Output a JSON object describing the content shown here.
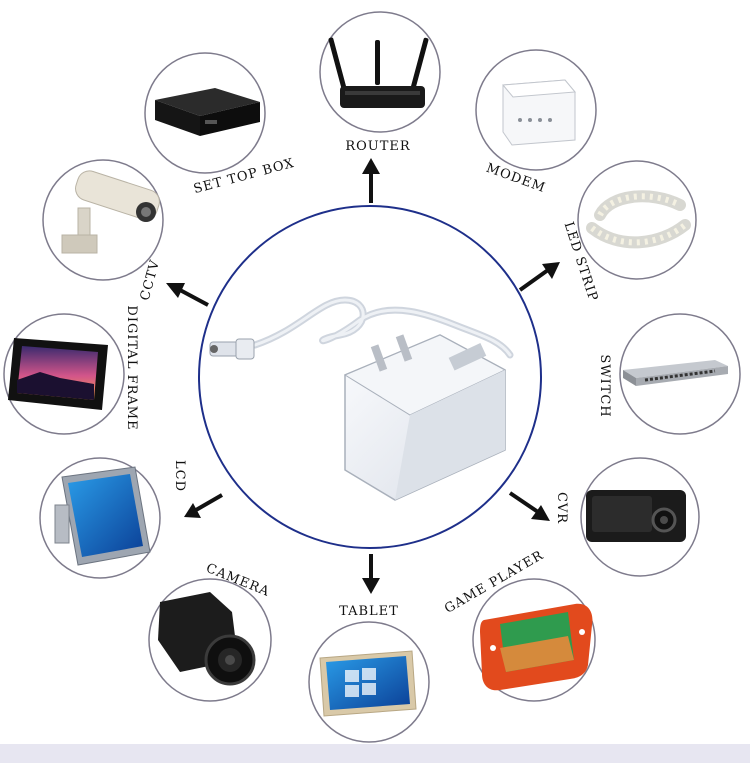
{
  "center": {
    "device": "ac-power-adapter"
  },
  "labels": {
    "router": "ROUTER",
    "modem": "MODEM",
    "led_strip": "LED STRIP",
    "switch": "SWITCH",
    "cvr": "CVR",
    "game_player": "GAME PLAYER",
    "tablet": "TABLET",
    "camera": "CAMERA",
    "lcd": "LCD",
    "digital_frame": "DIGITAL FRAME",
    "cctv": "CCTV",
    "set_top_box": "SET TOP BOX"
  },
  "colors": {
    "center_ring": "#1e2f8a",
    "satellite_ring": "#7e7b8c",
    "arrow": "#111111",
    "bottom_band": "#e7e6f1"
  }
}
